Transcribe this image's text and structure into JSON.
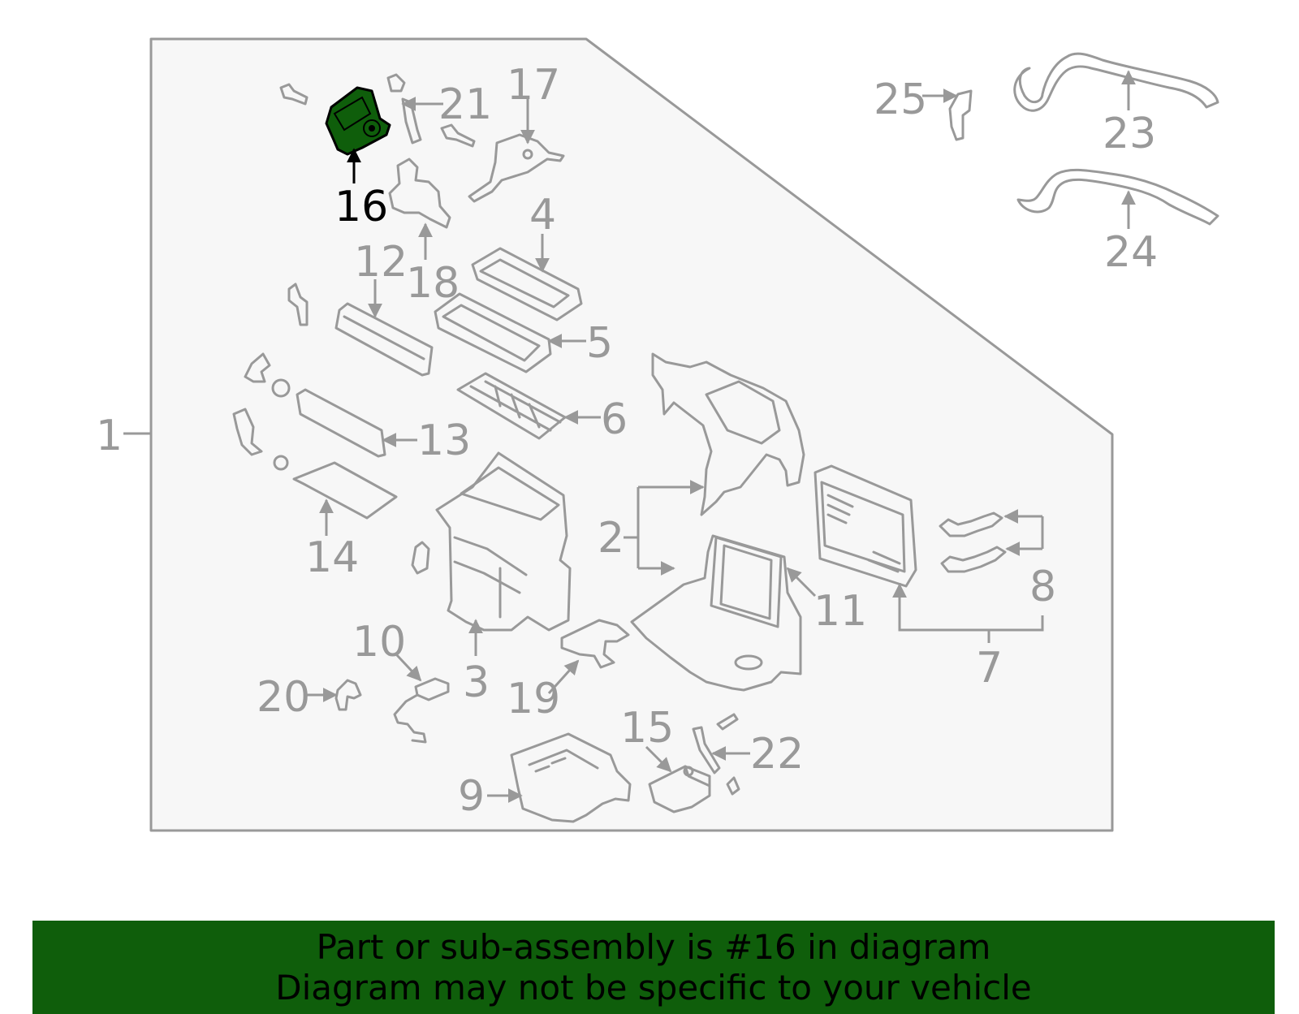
{
  "diagram": {
    "highlighted_part": "16",
    "highlight_color": "#0f5e0b",
    "outline_color": "#999999",
    "callouts": [
      {
        "id": "c1",
        "label": "1"
      },
      {
        "id": "c2",
        "label": "2"
      },
      {
        "id": "c3",
        "label": "3"
      },
      {
        "id": "c4",
        "label": "4"
      },
      {
        "id": "c5",
        "label": "5"
      },
      {
        "id": "c6",
        "label": "6"
      },
      {
        "id": "c7",
        "label": "7"
      },
      {
        "id": "c8",
        "label": "8"
      },
      {
        "id": "c9",
        "label": "9"
      },
      {
        "id": "c10",
        "label": "10"
      },
      {
        "id": "c11",
        "label": "11"
      },
      {
        "id": "c12",
        "label": "12"
      },
      {
        "id": "c13",
        "label": "13"
      },
      {
        "id": "c14",
        "label": "14"
      },
      {
        "id": "c15",
        "label": "15"
      },
      {
        "id": "c16",
        "label": "16"
      },
      {
        "id": "c17",
        "label": "17"
      },
      {
        "id": "c18",
        "label": "18"
      },
      {
        "id": "c19",
        "label": "19"
      },
      {
        "id": "c20",
        "label": "20"
      },
      {
        "id": "c21",
        "label": "21"
      },
      {
        "id": "c22",
        "label": "22"
      },
      {
        "id": "c23",
        "label": "23"
      },
      {
        "id": "c24",
        "label": "24"
      },
      {
        "id": "c25",
        "label": "25"
      }
    ]
  },
  "banner": {
    "line1": "Part or sub-assembly is #16 in diagram",
    "line2": "Diagram may not be specific to your vehicle",
    "background": "#0f5e0b"
  }
}
